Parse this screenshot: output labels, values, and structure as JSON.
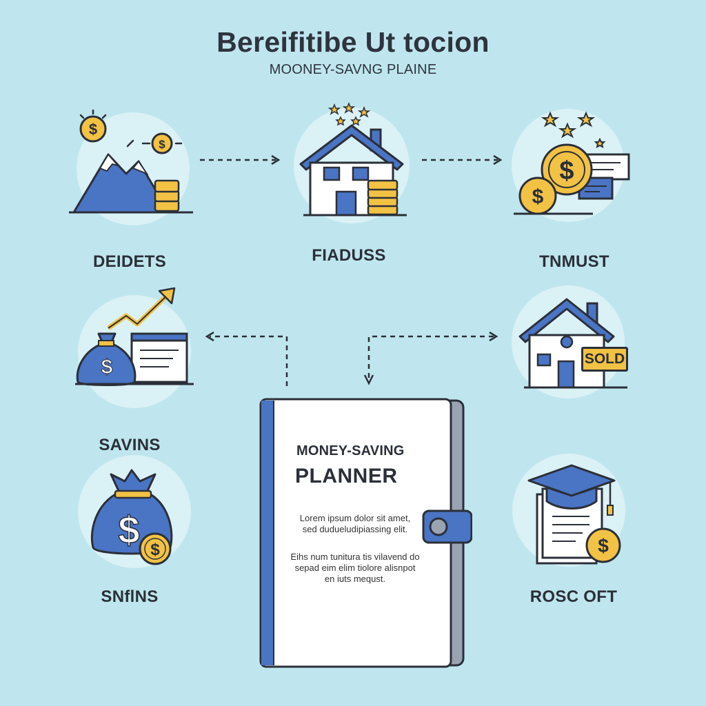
{
  "header": {
    "title": "Bereifitibe Ut tocion",
    "subtitle": "MOONEY-SAVNG PLAINE"
  },
  "steps": [
    {
      "label": "DEIDETS",
      "icon": "mountain-coins-icon"
    },
    {
      "label": "FIADUSS",
      "icon": "house-coins-icon"
    },
    {
      "label": "TNMUST",
      "icon": "coins-document-icon"
    },
    {
      "label": "SAVINS",
      "icon": "money-bag-chart-icon"
    },
    {
      "label": "SNflNS",
      "icon": "money-bag-coin-icon"
    },
    {
      "label": "ROSC OFT",
      "icon": "graduation-cap-coin-icon"
    }
  ],
  "sold_sign": {
    "text": "SOLD",
    "icon": "house-sold-icon"
  },
  "planner": {
    "heading_line1": "MONEY-SAVING",
    "heading_line2": "PLANNER",
    "paragraph1_line1": "Lorem ipsum dolor sit amet,",
    "paragraph1_line2": "sed dudueludipiassing elit.",
    "paragraph2_line1": "Eihs num tunitura tis vilavend do",
    "paragraph2_line2": "sepad eim elim tiolore alisnpot",
    "paragraph2_line3": "en iuts mequst."
  },
  "colors": {
    "background": "#bfe6ee",
    "circle": "#daf1f6",
    "blue": "#4a74c4",
    "gold": "#f2c244",
    "outline": "#2b2f38"
  }
}
